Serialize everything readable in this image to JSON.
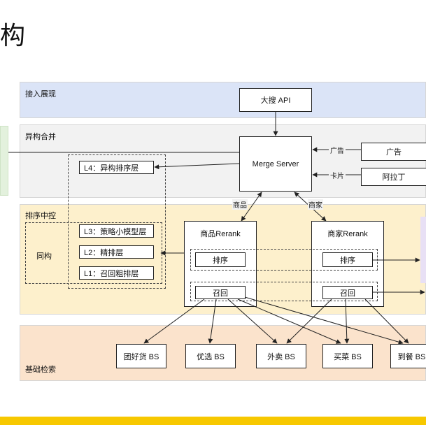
{
  "heading_glyph": "构",
  "layers": {
    "access": "接入展现",
    "merge": "异构合并",
    "control": "排序中控",
    "retrieval": "基础检索"
  },
  "nodes": {
    "dasou_api": "大搜 API",
    "merge_server": "Merge Server",
    "ads": "广告",
    "aladdin": "阿拉丁",
    "goods_rerank": "商品Rerank",
    "shop_rerank": "商家Rerank",
    "sort": "排序",
    "recall": "召回"
  },
  "edges": {
    "ads": "广告",
    "card": "卡片",
    "goods": "商品",
    "shop": "商家"
  },
  "levels": {
    "l4": "L4：异构排序层",
    "l3": "L3：策略小模型层",
    "l2": "L2：精排层",
    "l1": "L1：召回粗排层",
    "homogeneous": "同构"
  },
  "bs": [
    "团好货 BS",
    "优选 BS",
    "外卖 BS",
    "买菜 BS",
    "到餐 BS"
  ],
  "colors": {
    "access_bg": "#dbe4f7",
    "merge_bg": "#f2f2f2",
    "control_bg": "#fdf0cc",
    "retrieval_bg": "#fbe3cc",
    "left_green": "#e3f1dd",
    "right_purple": "#e8e0f5",
    "bottom_bar": "#f7c800"
  }
}
